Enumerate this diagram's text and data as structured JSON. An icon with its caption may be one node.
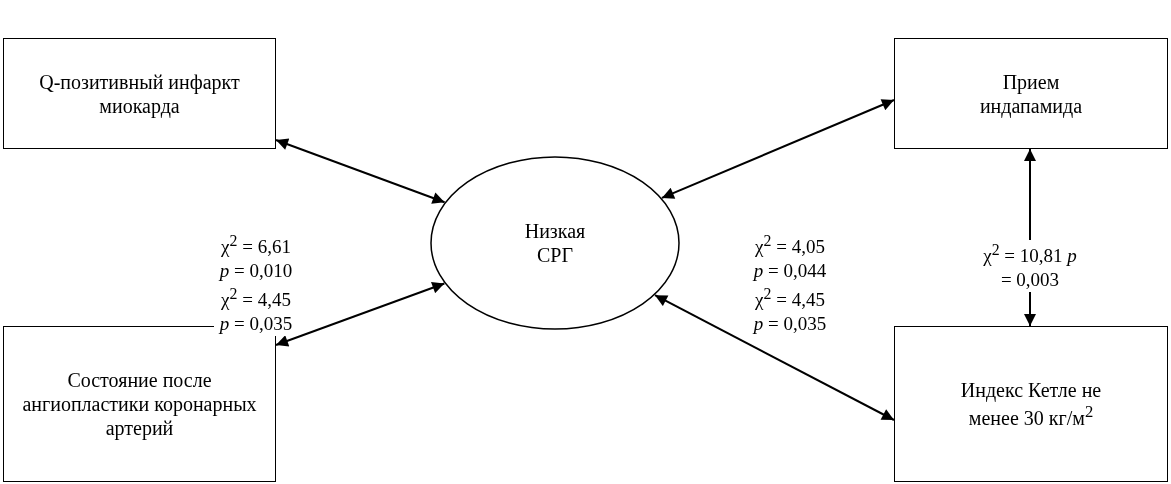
{
  "diagram": {
    "nodes": [
      {
        "text": [
          "Q-позитивный инфаркт миокарда"
        ]
      },
      {
        "text": [
          "Прием индапамида"
        ]
      },
      {
        "text": [
          "Низкая СРГ"
        ]
      },
      {
        "text": [
          "Состояние после ангиопластики коронарных артерий"
        ]
      },
      {
        "text": [
          "Индекс Кетле не менее 30 кг/м$^{2}$"
        ]
      }
    ],
    "edges": [
      {
        "from": 0,
        "to": 2,
        "arrow": "both",
        "label": "χ$^{2}$ = 6,61 *p* = 0,010"
      },
      {
        "from": 3,
        "to": 2,
        "arrow": "both",
        "label": "χ$^{2}$ = 4,45 *p* = 0,035"
      },
      {
        "from": 1,
        "to": 2,
        "arrow": "both",
        "label": "χ$^{2}$ = 4,05 *p* = 0,044"
      },
      {
        "from": 4,
        "to": 2,
        "arrow": "both",
        "label": "χ$^{2}$ = 4,45 *p* = 0,035"
      },
      {
        "from": 1,
        "to": 4,
        "arrow": "both",
        "label": "χ$^{2}$ = 10,81 *p* = 0,003"
      }
    ]
  }
}
